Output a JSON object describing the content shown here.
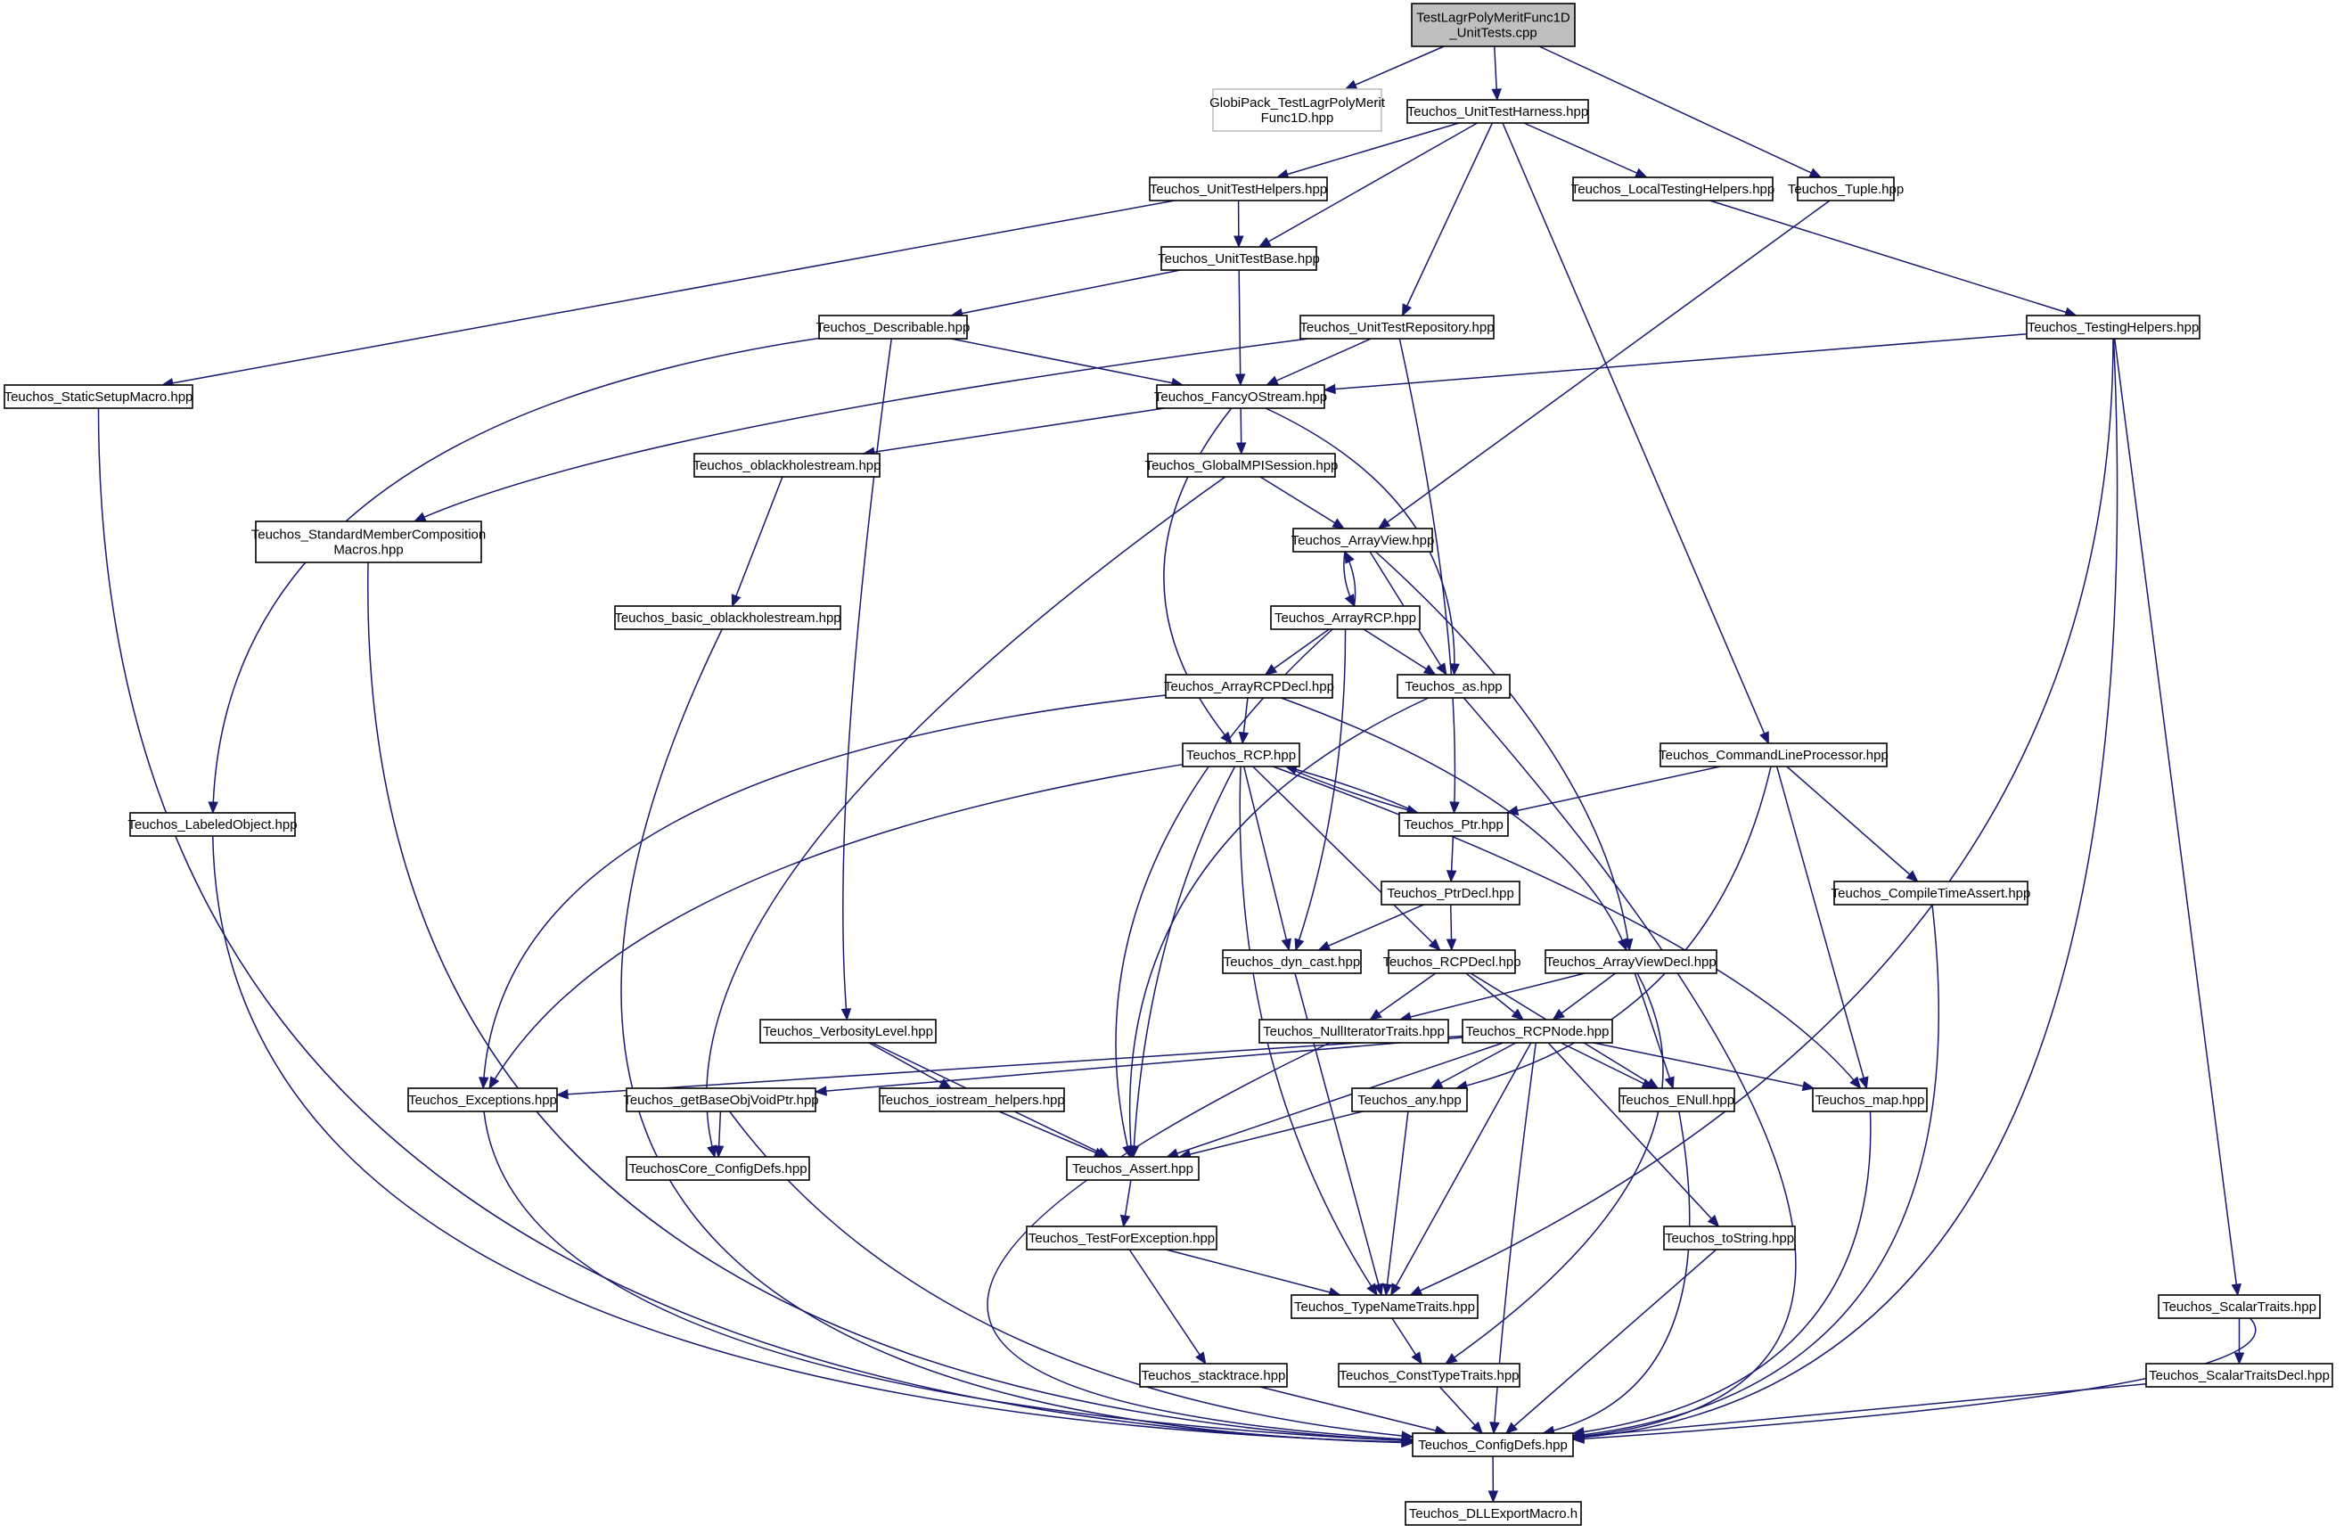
{
  "diagram": {
    "nodes": [
      {
        "id": "root",
        "lines": [
          "TestLagrPolyMeritFunc1D",
          "_UnitTests.cpp"
        ],
        "kind": "root"
      },
      {
        "id": "globipack",
        "lines": [
          "GlobiPack_TestLagrPolyMerit",
          "Func1D.hpp"
        ],
        "kind": "external"
      },
      {
        "id": "unittestharness",
        "lines": [
          "Teuchos_UnitTestHarness.hpp"
        ]
      },
      {
        "id": "tuple",
        "lines": [
          "Teuchos_Tuple.hpp"
        ]
      },
      {
        "id": "unittesthelpers",
        "lines": [
          "Teuchos_UnitTestHelpers.hpp"
        ]
      },
      {
        "id": "localtestinghelpers",
        "lines": [
          "Teuchos_LocalTestingHelpers.hpp"
        ]
      },
      {
        "id": "unittestbase",
        "lines": [
          "Teuchos_UnitTestBase.hpp"
        ]
      },
      {
        "id": "describable",
        "lines": [
          "Teuchos_Describable.hpp"
        ]
      },
      {
        "id": "unittestrepository",
        "lines": [
          "Teuchos_UnitTestRepository.hpp"
        ]
      },
      {
        "id": "testinghelpers",
        "lines": [
          "Teuchos_TestingHelpers.hpp"
        ]
      },
      {
        "id": "staticsetupmacro",
        "lines": [
          "Teuchos_StaticSetupMacro.hpp"
        ]
      },
      {
        "id": "fancyostream",
        "lines": [
          "Teuchos_FancyOStream.hpp"
        ]
      },
      {
        "id": "oblackholestream",
        "lines": [
          "Teuchos_oblackholestream.hpp"
        ]
      },
      {
        "id": "globalmpisession",
        "lines": [
          "Teuchos_GlobalMPISession.hpp"
        ]
      },
      {
        "id": "standardmember",
        "lines": [
          "Teuchos_StandardMemberComposition",
          "Macros.hpp"
        ]
      },
      {
        "id": "arrayview",
        "lines": [
          "Teuchos_ArrayView.hpp"
        ]
      },
      {
        "id": "basicoblackhole",
        "lines": [
          "Teuchos_basic_oblackholestream.hpp"
        ]
      },
      {
        "id": "arrayrcp",
        "lines": [
          "Teuchos_ArrayRCP.hpp"
        ]
      },
      {
        "id": "arrayrcpdecl",
        "lines": [
          "Teuchos_ArrayRCPDecl.hpp"
        ]
      },
      {
        "id": "as",
        "lines": [
          "Teuchos_as.hpp"
        ]
      },
      {
        "id": "rcp",
        "lines": [
          "Teuchos_RCP.hpp"
        ]
      },
      {
        "id": "commandlineprocessor",
        "lines": [
          "Teuchos_CommandLineProcessor.hpp"
        ]
      },
      {
        "id": "ptr",
        "lines": [
          "Teuchos_Ptr.hpp"
        ]
      },
      {
        "id": "labeledobject",
        "lines": [
          "Teuchos_LabeledObject.hpp"
        ]
      },
      {
        "id": "ptrdecl",
        "lines": [
          "Teuchos_PtrDecl.hpp"
        ]
      },
      {
        "id": "compiletimeassert",
        "lines": [
          "Teuchos_CompileTimeAssert.hpp"
        ]
      },
      {
        "id": "dyncast",
        "lines": [
          "Teuchos_dyn_cast.hpp"
        ]
      },
      {
        "id": "rcpdecl",
        "lines": [
          "Teuchos_RCPDecl.hpp"
        ]
      },
      {
        "id": "arrayviewdecl",
        "lines": [
          "Teuchos_ArrayViewDecl.hpp"
        ]
      },
      {
        "id": "verbositylevel",
        "lines": [
          "Teuchos_VerbosityLevel.hpp"
        ]
      },
      {
        "id": "nullitertraits",
        "lines": [
          "Teuchos_NullIteratorTraits.hpp"
        ]
      },
      {
        "id": "rcpnode",
        "lines": [
          "Teuchos_RCPNode.hpp"
        ]
      },
      {
        "id": "exceptions",
        "lines": [
          "Teuchos_Exceptions.hpp"
        ]
      },
      {
        "id": "getbaseobjvoidptr",
        "lines": [
          "Teuchos_getBaseObjVoidPtr.hpp"
        ]
      },
      {
        "id": "iostreamhelpers",
        "lines": [
          "Teuchos_iostream_helpers.hpp"
        ]
      },
      {
        "id": "any",
        "lines": [
          "Teuchos_any.hpp"
        ]
      },
      {
        "id": "enull",
        "lines": [
          "Teuchos_ENull.hpp"
        ]
      },
      {
        "id": "map",
        "lines": [
          "Teuchos_map.hpp"
        ]
      },
      {
        "id": "coreconfigdefs",
        "lines": [
          "TeuchosCore_ConfigDefs.hpp"
        ]
      },
      {
        "id": "assert",
        "lines": [
          "Teuchos_Assert.hpp"
        ]
      },
      {
        "id": "testforexception",
        "lines": [
          "Teuchos_TestForException.hpp"
        ]
      },
      {
        "id": "tostring",
        "lines": [
          "Teuchos_toString.hpp"
        ]
      },
      {
        "id": "typenametraits",
        "lines": [
          "Teuchos_TypeNameTraits.hpp"
        ]
      },
      {
        "id": "scalartraits",
        "lines": [
          "Teuchos_ScalarTraits.hpp"
        ]
      },
      {
        "id": "stacktrace",
        "lines": [
          "Teuchos_stacktrace.hpp"
        ]
      },
      {
        "id": "consttypetraits",
        "lines": [
          "Teuchos_ConstTypeTraits.hpp"
        ]
      },
      {
        "id": "scalartraitsdecl",
        "lines": [
          "Teuchos_ScalarTraitsDecl.hpp"
        ]
      },
      {
        "id": "configdefs",
        "lines": [
          "Teuchos_ConfigDefs.hpp"
        ]
      },
      {
        "id": "dllexport",
        "lines": [
          "Teuchos_DLLExportMacro.h"
        ]
      }
    ],
    "edges": [
      [
        "root",
        "globipack"
      ],
      [
        "root",
        "unittestharness"
      ],
      [
        "root",
        "tuple"
      ],
      [
        "unittestharness",
        "unittesthelpers"
      ],
      [
        "unittestharness",
        "unittestbase"
      ],
      [
        "unittestharness",
        "localtestinghelpers"
      ],
      [
        "unittestharness",
        "unittestrepository"
      ],
      [
        "unittestharness",
        "commandlineprocessor"
      ],
      [
        "unittesthelpers",
        "unittestbase"
      ],
      [
        "unittesthelpers",
        "staticsetupmacro"
      ],
      [
        "unittestbase",
        "describable"
      ],
      [
        "unittestbase",
        "fancyostream"
      ],
      [
        "localtestinghelpers",
        "testinghelpers"
      ],
      [
        "tuple",
        "arrayview"
      ],
      [
        "describable",
        "fancyostream"
      ],
      [
        "describable",
        "labeledobject"
      ],
      [
        "describable",
        "verbositylevel"
      ],
      [
        "unittestrepository",
        "fancyostream"
      ],
      [
        "unittestrepository",
        "standardmember"
      ],
      [
        "unittestrepository",
        "ptr"
      ],
      [
        "testinghelpers",
        "fancyostream"
      ],
      [
        "testinghelpers",
        "scalartraits"
      ],
      [
        "testinghelpers",
        "typenametraits"
      ],
      [
        "testinghelpers",
        "configdefs"
      ],
      [
        "staticsetupmacro",
        "configdefs"
      ],
      [
        "fancyostream",
        "oblackholestream"
      ],
      [
        "fancyostream",
        "globalmpisession"
      ],
      [
        "fancyostream",
        "rcp"
      ],
      [
        "fancyostream",
        "as"
      ],
      [
        "oblackholestream",
        "basicoblackhole"
      ],
      [
        "basicoblackhole",
        "configdefs"
      ],
      [
        "globalmpisession",
        "arrayview"
      ],
      [
        "globalmpisession",
        "coreconfigdefs"
      ],
      [
        "standardmember",
        "configdefs"
      ],
      [
        "arrayview",
        "arrayrcp"
      ],
      [
        "arrayview",
        "as"
      ],
      [
        "arrayview",
        "arrayviewdecl"
      ],
      [
        "arrayrcp",
        "arrayview"
      ],
      [
        "arrayrcp",
        "arrayrcpdecl"
      ],
      [
        "arrayrcp",
        "as"
      ],
      [
        "arrayrcp",
        "dyncast"
      ],
      [
        "arrayrcp",
        "assert"
      ],
      [
        "arrayrcpdecl",
        "rcp"
      ],
      [
        "arrayrcpdecl",
        "exceptions"
      ],
      [
        "arrayrcpdecl",
        "arrayviewdecl"
      ],
      [
        "as",
        "assert"
      ],
      [
        "as",
        "configdefs"
      ],
      [
        "rcp",
        "ptr"
      ],
      [
        "rcp",
        "dyncast"
      ],
      [
        "rcp",
        "rcpdecl"
      ],
      [
        "rcp",
        "exceptions"
      ],
      [
        "rcp",
        "assert"
      ],
      [
        "rcp",
        "typenametraits"
      ],
      [
        "rcp",
        "map"
      ],
      [
        "ptr",
        "rcp"
      ],
      [
        "ptr",
        "ptrdecl"
      ],
      [
        "commandlineprocessor",
        "ptr"
      ],
      [
        "commandlineprocessor",
        "compiletimeassert"
      ],
      [
        "commandlineprocessor",
        "map"
      ],
      [
        "commandlineprocessor",
        "any"
      ],
      [
        "labeledobject",
        "configdefs"
      ],
      [
        "ptrdecl",
        "dyncast"
      ],
      [
        "ptrdecl",
        "rcpdecl"
      ],
      [
        "compiletimeassert",
        "configdefs"
      ],
      [
        "dyncast",
        "typenametraits"
      ],
      [
        "rcpdecl",
        "rcpnode"
      ],
      [
        "rcpdecl",
        "nullitertraits"
      ],
      [
        "rcpdecl",
        "enull"
      ],
      [
        "arrayviewdecl",
        "rcpnode"
      ],
      [
        "arrayviewdecl",
        "nullitertraits"
      ],
      [
        "arrayviewdecl",
        "enull"
      ],
      [
        "arrayviewdecl",
        "consttypetraits"
      ],
      [
        "verbositylevel",
        "iostreamhelpers"
      ],
      [
        "verbositylevel",
        "assert"
      ],
      [
        "nullitertraits",
        "configdefs"
      ],
      [
        "rcpnode",
        "exceptions"
      ],
      [
        "rcpnode",
        "getbaseobjvoidptr"
      ],
      [
        "rcpnode",
        "any"
      ],
      [
        "rcpnode",
        "enull"
      ],
      [
        "rcpnode",
        "map"
      ],
      [
        "rcpnode",
        "assert"
      ],
      [
        "rcpnode",
        "typenametraits"
      ],
      [
        "rcpnode",
        "tostring"
      ],
      [
        "rcpnode",
        "configdefs"
      ],
      [
        "exceptions",
        "configdefs"
      ],
      [
        "getbaseobjvoidptr",
        "coreconfigdefs"
      ],
      [
        "getbaseobjvoidptr",
        "configdefs"
      ],
      [
        "iostreamhelpers",
        "assert"
      ],
      [
        "any",
        "assert"
      ],
      [
        "any",
        "typenametraits"
      ],
      [
        "enull",
        "configdefs"
      ],
      [
        "map",
        "configdefs"
      ],
      [
        "assert",
        "testforexception"
      ],
      [
        "testforexception",
        "typenametraits"
      ],
      [
        "testforexception",
        "stacktrace"
      ],
      [
        "tostring",
        "configdefs"
      ],
      [
        "typenametraits",
        "consttypetraits"
      ],
      [
        "scalartraits",
        "scalartraitsdecl"
      ],
      [
        "scalartraits",
        "configdefs"
      ],
      [
        "stacktrace",
        "configdefs"
      ],
      [
        "consttypetraits",
        "configdefs"
      ],
      [
        "scalartraitsdecl",
        "configdefs"
      ],
      [
        "configdefs",
        "dllexport"
      ]
    ]
  }
}
